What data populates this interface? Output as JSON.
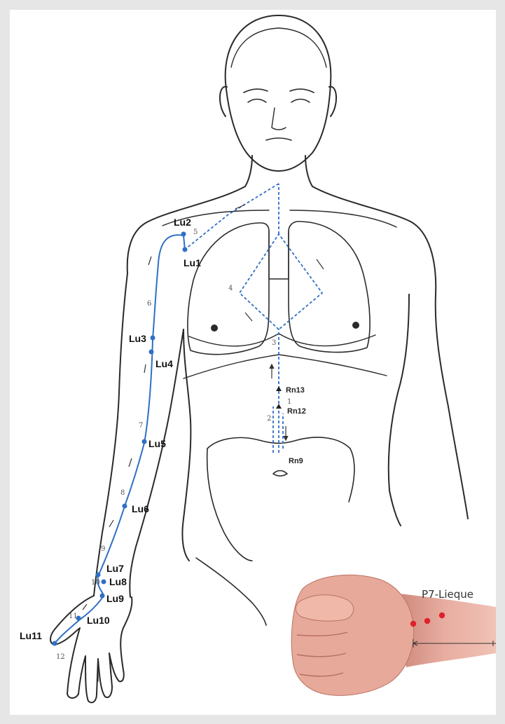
{
  "meridian": {
    "color": "#2f6fc6",
    "points": [
      "Lu1",
      "Lu2",
      "Lu3",
      "Lu4",
      "Lu5",
      "Lu6",
      "Lu7",
      "Lu8",
      "Lu9",
      "Lu10",
      "Lu11"
    ],
    "segment_numbers": [
      "1",
      "2",
      "3",
      "4",
      "5",
      "6",
      "7",
      "8",
      "9",
      "10",
      "11",
      "12"
    ],
    "ren_points": [
      "Rn13",
      "Rn12",
      "Rn9"
    ]
  },
  "photo": {
    "label": "P7-Lieque",
    "dot_color": "#e0202a"
  }
}
